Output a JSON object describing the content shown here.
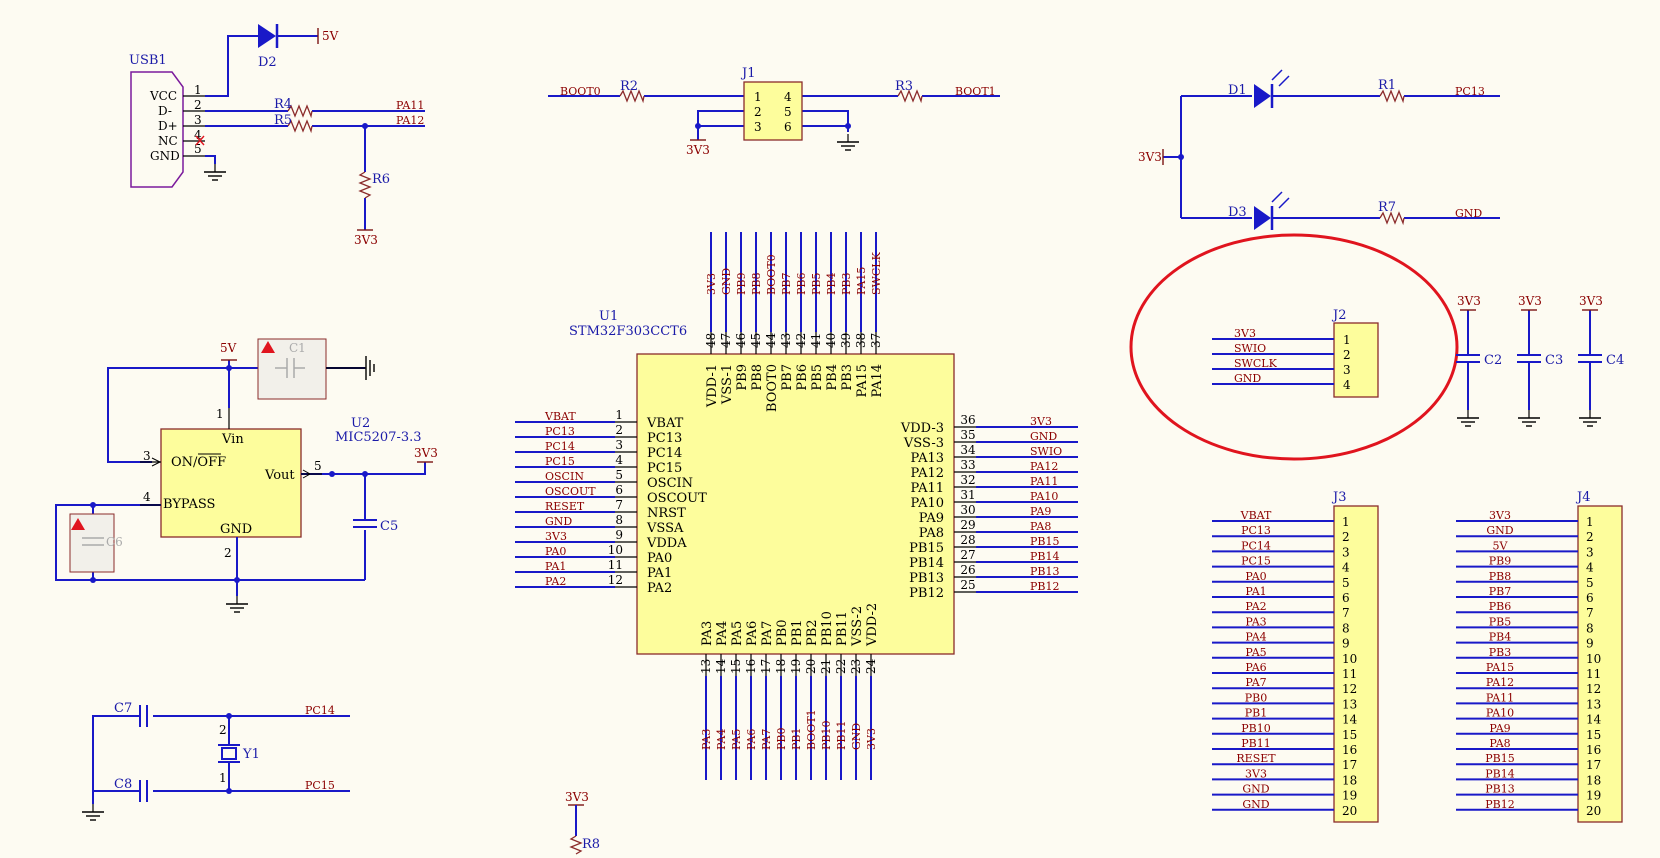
{
  "usb": {
    "ref": "USB1",
    "pins": [
      "VCC",
      "D-",
      "D+",
      "NC",
      "GND"
    ],
    "nums": [
      "1",
      "2",
      "3",
      "4",
      "5"
    ]
  },
  "d2": {
    "ref": "D2",
    "net": "5V"
  },
  "r4": "R4",
  "r5": "R5",
  "r6": "R6",
  "r6_net": "3V3",
  "usb_nets": [
    "PA11",
    "PA12"
  ],
  "boot": {
    "r2": "R2",
    "r3": "R3",
    "j1": "J1",
    "boot0": "BOOT0",
    "boot1": "BOOT1",
    "gnd_left": "3V3",
    "pins_left": [
      "1",
      "2",
      "3"
    ],
    "pins_right": [
      "4",
      "5",
      "6"
    ]
  },
  "leds": {
    "d1": "D1",
    "d3": "D3",
    "r1": "R1",
    "r7": "R7",
    "net1": "PC13",
    "net2": "GND",
    "pwr": "3V3"
  },
  "j2": {
    "ref": "J2",
    "nets": [
      "3V3",
      "SWIO",
      "SWCLK",
      "GND"
    ],
    "pins": [
      "1",
      "2",
      "3",
      "4"
    ]
  },
  "caps": {
    "refs": [
      "C2",
      "C3",
      "C4"
    ],
    "pwr": "3V3"
  },
  "ldo": {
    "ref": "U2",
    "part": "MIC5207-3.3",
    "vin": "Vin",
    "onoff": "ON/OFF",
    "bypass": "BYPASS",
    "vout": "Vout",
    "gnd": "GND",
    "c1": "C1",
    "c5": "C5",
    "c6": "C6",
    "pwr_in": "5V",
    "pwr_out": "3V3",
    "pin1": "1",
    "pin2": "2",
    "pin3": "3",
    "pin4": "4",
    "pin5": "5"
  },
  "mcu": {
    "ref": "U1",
    "part": "STM32F303CCT6",
    "left": [
      {
        "n": "1",
        "name": "VBAT",
        "net": "VBAT"
      },
      {
        "n": "2",
        "name": "PC13",
        "net": "PC13"
      },
      {
        "n": "3",
        "name": "PC14",
        "net": "PC14"
      },
      {
        "n": "4",
        "name": "PC15",
        "net": "PC15"
      },
      {
        "n": "5",
        "name": "OSCIN",
        "net": "OSCIN"
      },
      {
        "n": "6",
        "name": "OSCOUT",
        "net": "OSCOUT"
      },
      {
        "n": "7",
        "name": "NRST",
        "net": "RESET"
      },
      {
        "n": "8",
        "name": "VSSA",
        "net": "GND"
      },
      {
        "n": "9",
        "name": "VDDA",
        "net": "3V3"
      },
      {
        "n": "10",
        "name": "PA0",
        "net": "PA0"
      },
      {
        "n": "11",
        "name": "PA1",
        "net": "PA1"
      },
      {
        "n": "12",
        "name": "PA2",
        "net": "PA2"
      }
    ],
    "right": [
      {
        "n": "36",
        "name": "VDD-3",
        "net": "3V3"
      },
      {
        "n": "35",
        "name": "VSS-3",
        "net": "GND"
      },
      {
        "n": "34",
        "name": "PA13",
        "net": "SWIO"
      },
      {
        "n": "33",
        "name": "PA12",
        "net": "PA12"
      },
      {
        "n": "32",
        "name": "PA11",
        "net": "PA11"
      },
      {
        "n": "31",
        "name": "PA10",
        "net": "PA10"
      },
      {
        "n": "30",
        "name": "PA9",
        "net": "PA9"
      },
      {
        "n": "29",
        "name": "PA8",
        "net": "PA8"
      },
      {
        "n": "28",
        "name": "PB15",
        "net": "PB15"
      },
      {
        "n": "27",
        "name": "PB14",
        "net": "PB14"
      },
      {
        "n": "26",
        "name": "PB13",
        "net": "PB13"
      },
      {
        "n": "25",
        "name": "PB12",
        "net": "PB12"
      }
    ],
    "top": [
      {
        "n": "48",
        "name": "VDD-1",
        "net": "3V3"
      },
      {
        "n": "47",
        "name": "VSS-1",
        "net": "GND"
      },
      {
        "n": "46",
        "name": "PB9",
        "net": "PB9"
      },
      {
        "n": "45",
        "name": "PB8",
        "net": "PB8"
      },
      {
        "n": "44",
        "name": "BOOT0",
        "net": "BOOT0"
      },
      {
        "n": "43",
        "name": "PB7",
        "net": "PB7"
      },
      {
        "n": "42",
        "name": "PB6",
        "net": "PB6"
      },
      {
        "n": "41",
        "name": "PB5",
        "net": "PB5"
      },
      {
        "n": "40",
        "name": "PB4",
        "net": "PB4"
      },
      {
        "n": "39",
        "name": "PB3",
        "net": "PB3"
      },
      {
        "n": "38",
        "name": "PA15",
        "net": "PA15"
      },
      {
        "n": "37",
        "name": "PA14",
        "net": "SWCLK"
      }
    ],
    "bottom": [
      {
        "n": "13",
        "name": "PA3",
        "net": "PA3"
      },
      {
        "n": "14",
        "name": "PA4",
        "net": "PA4"
      },
      {
        "n": "15",
        "name": "PA5",
        "net": "PA5"
      },
      {
        "n": "16",
        "name": "PA6",
        "net": "PA6"
      },
      {
        "n": "17",
        "name": "PA7",
        "net": "PA7"
      },
      {
        "n": "18",
        "name": "PB0",
        "net": "PB0"
      },
      {
        "n": "19",
        "name": "PB1",
        "net": "PB1"
      },
      {
        "n": "20",
        "name": "PB2",
        "net": "BOOT1"
      },
      {
        "n": "21",
        "name": "PB10",
        "net": "PB10"
      },
      {
        "n": "22",
        "name": "PB11",
        "net": "PB11"
      },
      {
        "n": "23",
        "name": "VSS-2",
        "net": "GND"
      },
      {
        "n": "24",
        "name": "VDD-2",
        "net": "3V3"
      }
    ]
  },
  "xtal": {
    "c7": "C7",
    "c8": "C8",
    "y1": "Y1",
    "net1": "PC14",
    "net2": "PC15",
    "p1": "1",
    "p2": "2"
  },
  "r8": {
    "ref": "R8",
    "pwr": "3V3"
  },
  "j3": {
    "ref": "J3",
    "nets": [
      "VBAT",
      "PC13",
      "PC14",
      "PC15",
      "PA0",
      "PA1",
      "PA2",
      "PA3",
      "PA4",
      "PA5",
      "PA6",
      "PA7",
      "PB0",
      "PB1",
      "PB10",
      "PB11",
      "RESET",
      "3V3",
      "GND",
      "GND"
    ]
  },
  "j4": {
    "ref": "J4",
    "nets": [
      "3V3",
      "GND",
      "5V",
      "PB9",
      "PB8",
      "PB7",
      "PB6",
      "PB5",
      "PB4",
      "PB3",
      "PA15",
      "PA12",
      "PA11",
      "PA10",
      "PA9",
      "PA8",
      "PB15",
      "PB14",
      "PB13",
      "PB12"
    ]
  },
  "colors": {
    "wire": "#1919c8",
    "label": "#8b0000",
    "body": "#fdfd9c",
    "highlight": "#e0141e"
  }
}
